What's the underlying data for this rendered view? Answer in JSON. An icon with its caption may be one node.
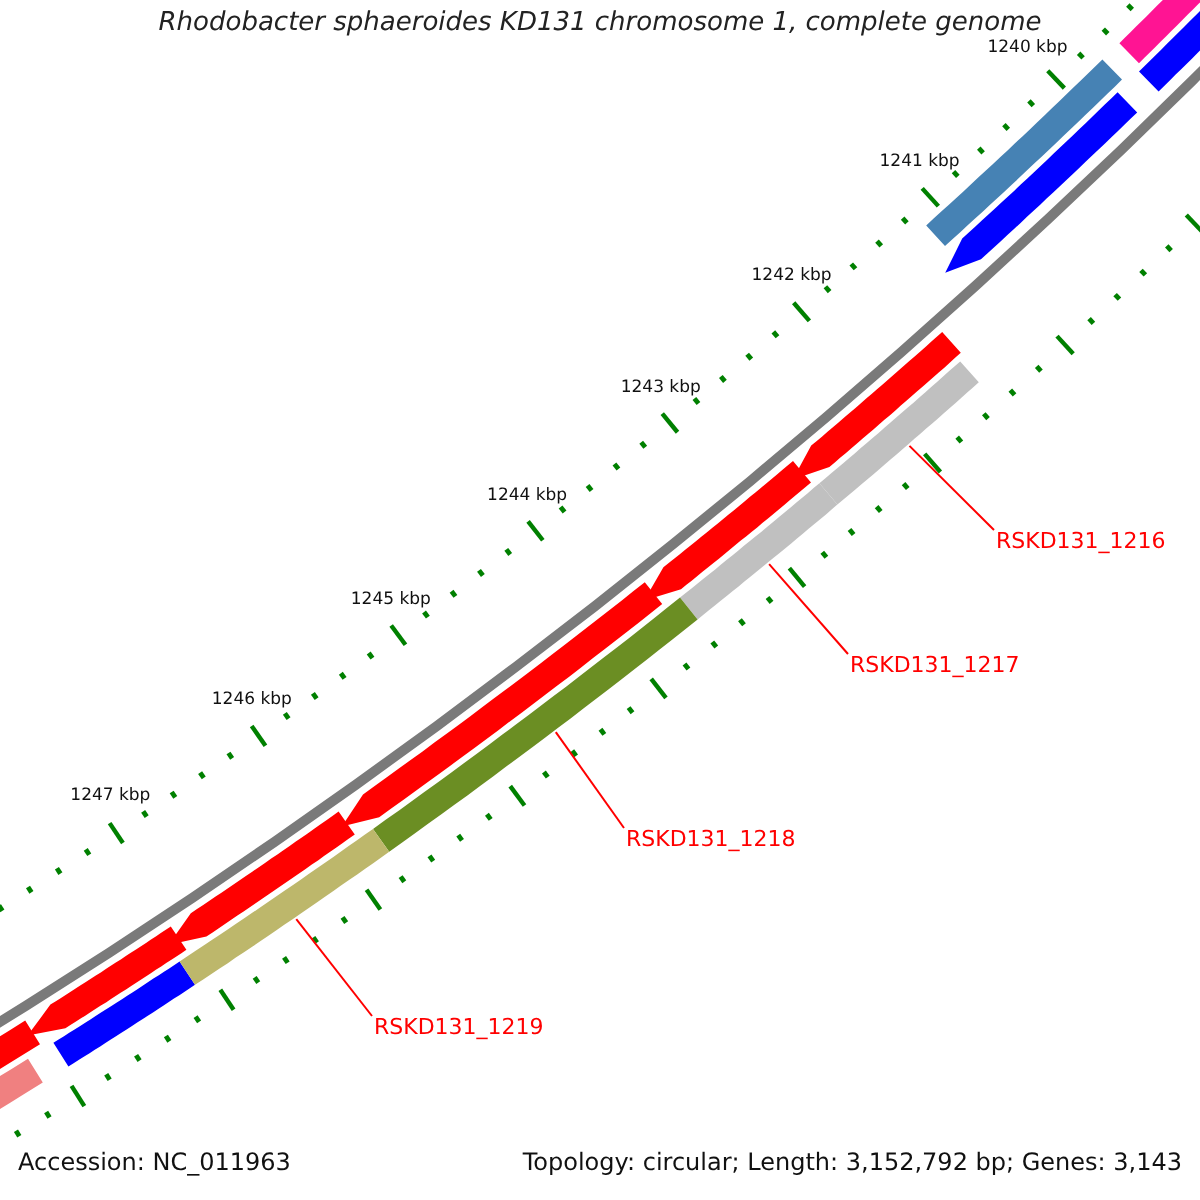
{
  "diagram": {
    "title": "Rhodobacter sphaeroides KD131 chromosome 1, complete genome",
    "nodes": [
      {
        "text": [
          "RSKD131_1216"
        ]
      },
      {
        "text": [],
        "shape": "bar"
      },
      {
        "text": [
          "RSKD131_1217"
        ]
      },
      {
        "text": [],
        "shape": "bar"
      },
      {
        "text": [
          "RSKD131_1218"
        ]
      },
      {
        "text": [],
        "shape": "bar"
      },
      {
        "text": [
          "RSKD131_1219"
        ]
      },
      {
        "text": [],
        "shape": "bar"
      }
    ],
    "edges": [
      {
        "from": 0,
        "to": 1,
        "arrow": "none"
      },
      {
        "from": 2,
        "to": 3,
        "arrow": "none"
      },
      {
        "from": 4,
        "to": 5,
        "arrow": "none"
      },
      {
        "from": 6,
        "to": 7,
        "arrow": "none"
      }
    ],
    "labels": [
      "1240 kbp",
      "1241 kbp",
      "1242 kbp",
      "1243 kbp",
      "1244 kbp",
      "1245 kbp",
      "1246 kbp",
      "1247 kbp",
      "Accession: NC_011963",
      "Topology: circular; Length: 3,152,792 bp; Genes: 3,143"
    ]
  }
}
